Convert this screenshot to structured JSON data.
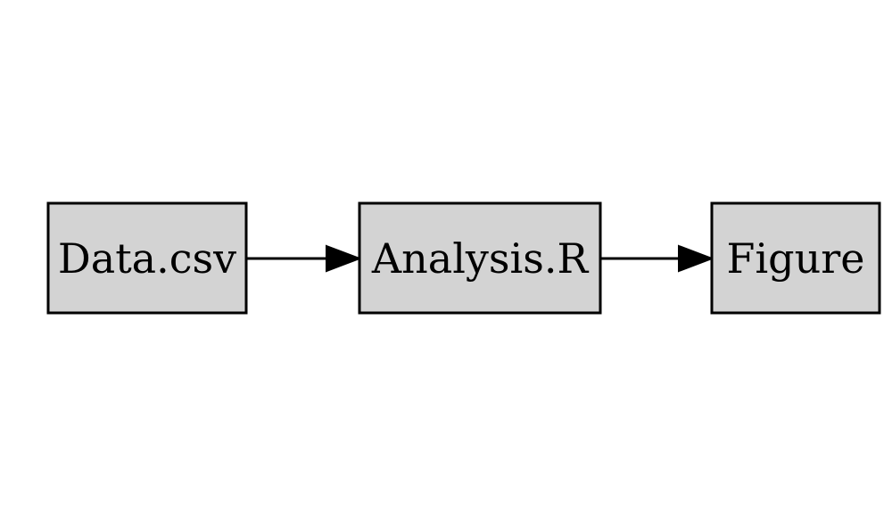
{
  "diagram": {
    "node_fill": "#d3d3d3",
    "stroke_color": "#000000",
    "nodes": [
      {
        "id": "data",
        "label": "Data.csv"
      },
      {
        "id": "analysis",
        "label": "Analysis.R"
      },
      {
        "id": "figure",
        "label": "Figure"
      }
    ],
    "edges": [
      {
        "from": "data",
        "to": "analysis"
      },
      {
        "from": "analysis",
        "to": "figure"
      }
    ]
  }
}
